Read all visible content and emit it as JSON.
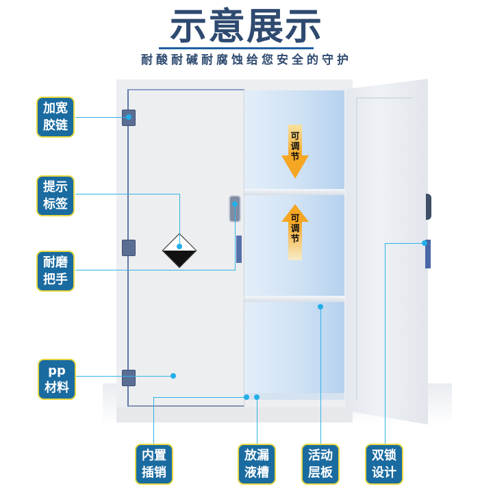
{
  "header": {
    "title": "示意展示",
    "subtitle": "耐酸耐碱耐腐蚀给您安全的守护"
  },
  "cabinet": {
    "adjust_arrows": [
      {
        "direction": "down",
        "text": "可调节",
        "color": "#f5a623"
      },
      {
        "direction": "up",
        "text": "可调节",
        "color": "#f5a623"
      }
    ],
    "hazard_icon": "corrosive-hazard-icon"
  },
  "callouts_left": [
    {
      "line1": "加宽",
      "line2": "胶链"
    },
    {
      "line1": "提示",
      "line2": "标签"
    },
    {
      "line1": "耐磨",
      "line2": "把手"
    },
    {
      "line1": "pp",
      "line2": "材料"
    }
  ],
  "callouts_bottom": [
    {
      "line1": "内置",
      "line2": "插销"
    },
    {
      "line1": "放漏",
      "line2": "液槽"
    },
    {
      "line1": "活动",
      "line2": "层板"
    },
    {
      "line1": "双锁",
      "line2": "设计"
    }
  ],
  "colors": {
    "title": "#2f4a70",
    "label_bg": "#1a6ba0",
    "label_border": "#e8d840",
    "leader_line": "#2fb3e6"
  }
}
